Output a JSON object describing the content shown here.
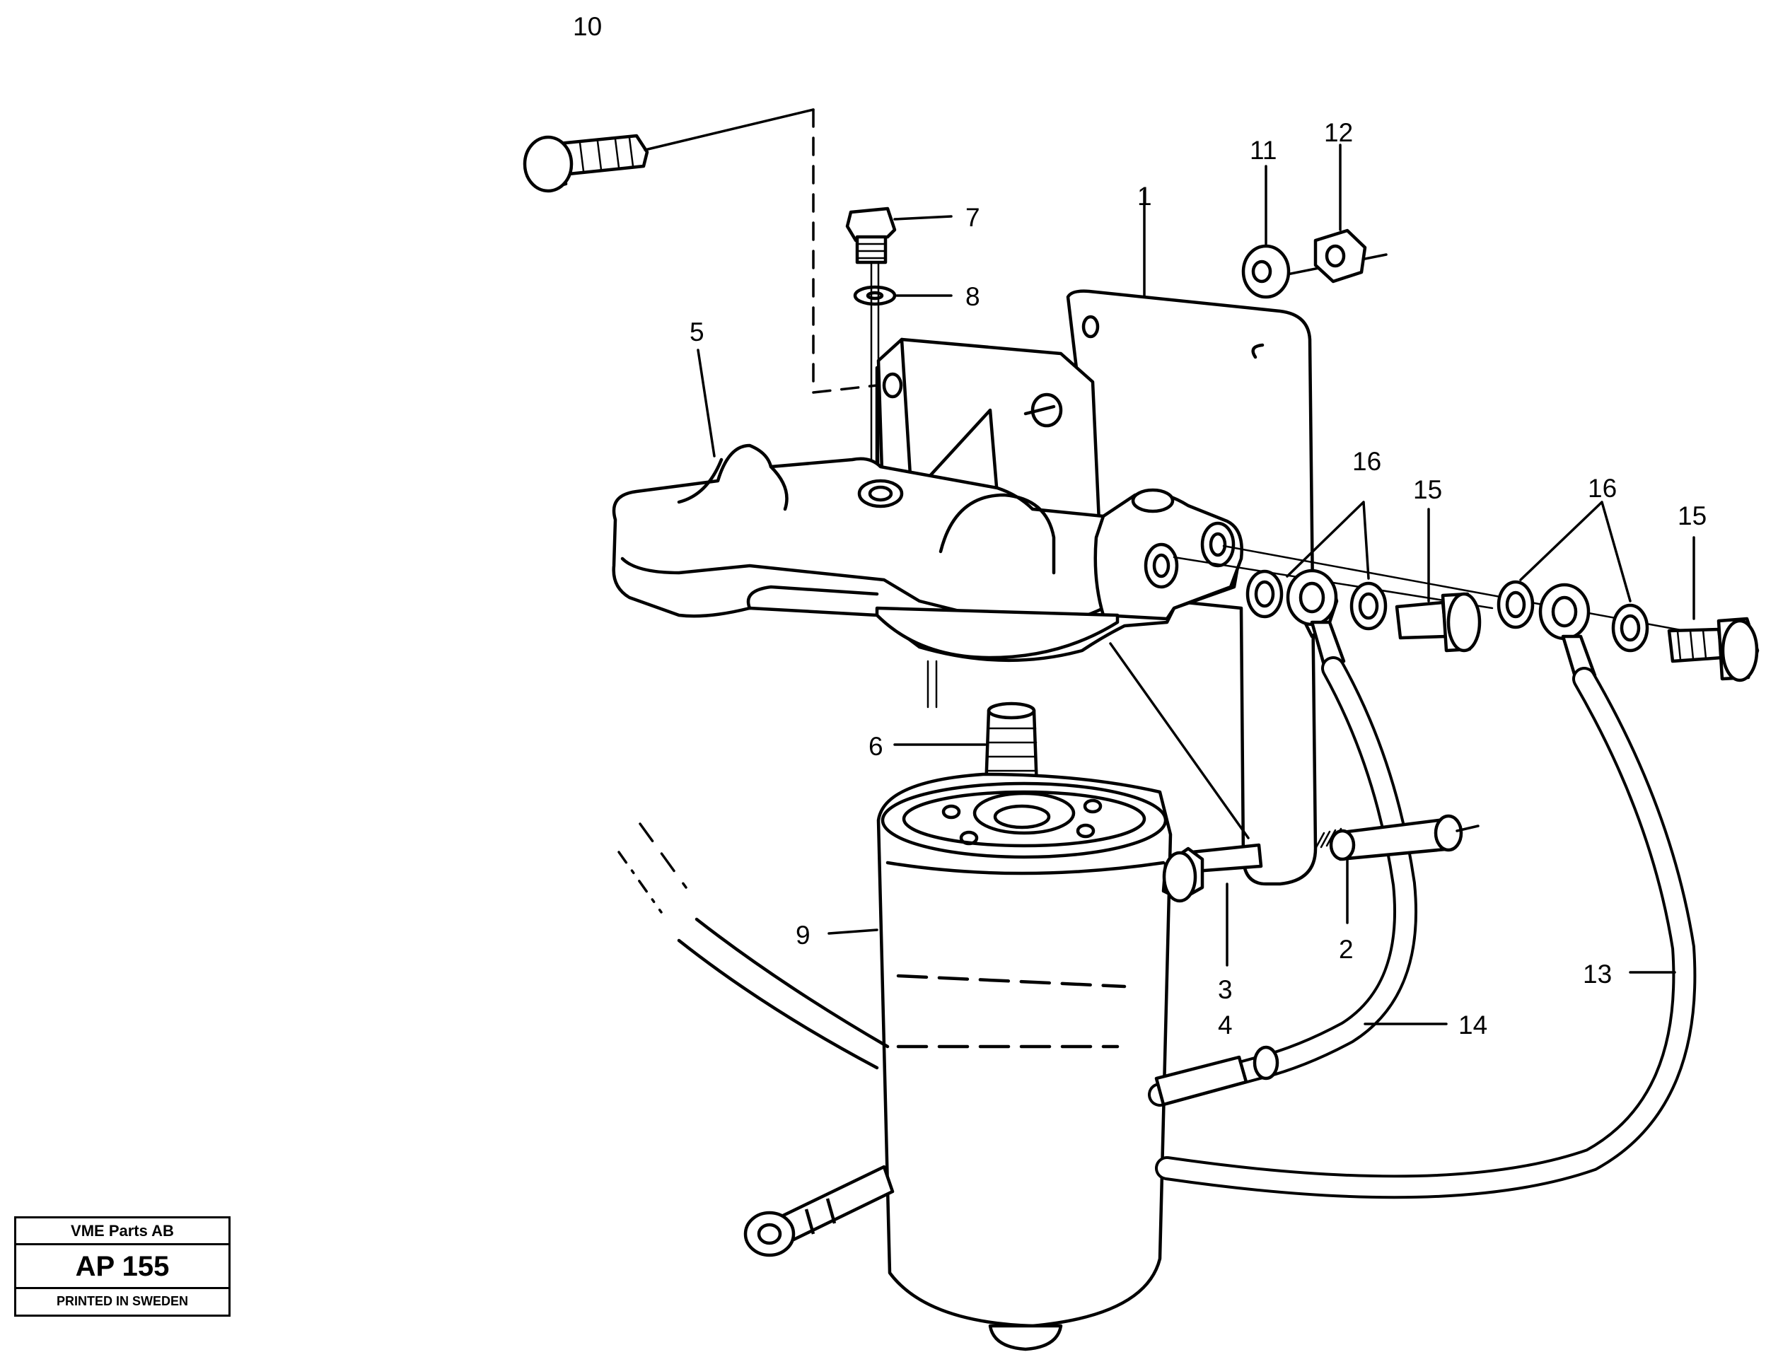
{
  "callouts": [
    "1",
    "2",
    "3",
    "4",
    "5",
    "6",
    "7",
    "8",
    "9",
    "10",
    "11",
    "12",
    "13",
    "14",
    "15",
    "15",
    "16",
    "16"
  ],
  "title_block": {
    "company": "VME Parts AB",
    "code": "AP 155",
    "printed": "PRINTED IN SWEDEN"
  }
}
